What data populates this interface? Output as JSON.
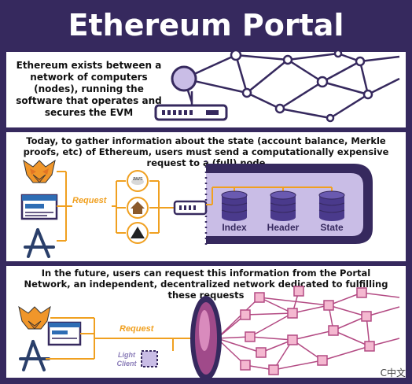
{
  "title": "Ethereum Portal Network",
  "section1": {
    "text": "Ethereum exists between a network of computers (nodes), running the software that operates and secures the EVM"
  },
  "section2": {
    "text": "Today, to gather information about the state (account balance, Merkle proofs, etc) of Ethereum, users must send a computationally expensive request to a (full) node",
    "request_label": "Request",
    "aws_label": "aws",
    "db_labels": [
      "Index",
      "Header",
      "State"
    ]
  },
  "section3": {
    "text": "In the future, users can request this information from the Portal Network, an independent, decentralized network dedicated to fulfilling these requests",
    "request_label": "Request",
    "light_client_label": "Light Client"
  },
  "watermark": "C中文",
  "colors": {
    "navy": "#36295e",
    "lavender": "#c9bde6",
    "purple_db": "#4a3a8c",
    "orange": "#f0a020",
    "pink_node": "#f4b8d0",
    "pink_edge": "#b34a83",
    "portal": "#a04a8a"
  }
}
